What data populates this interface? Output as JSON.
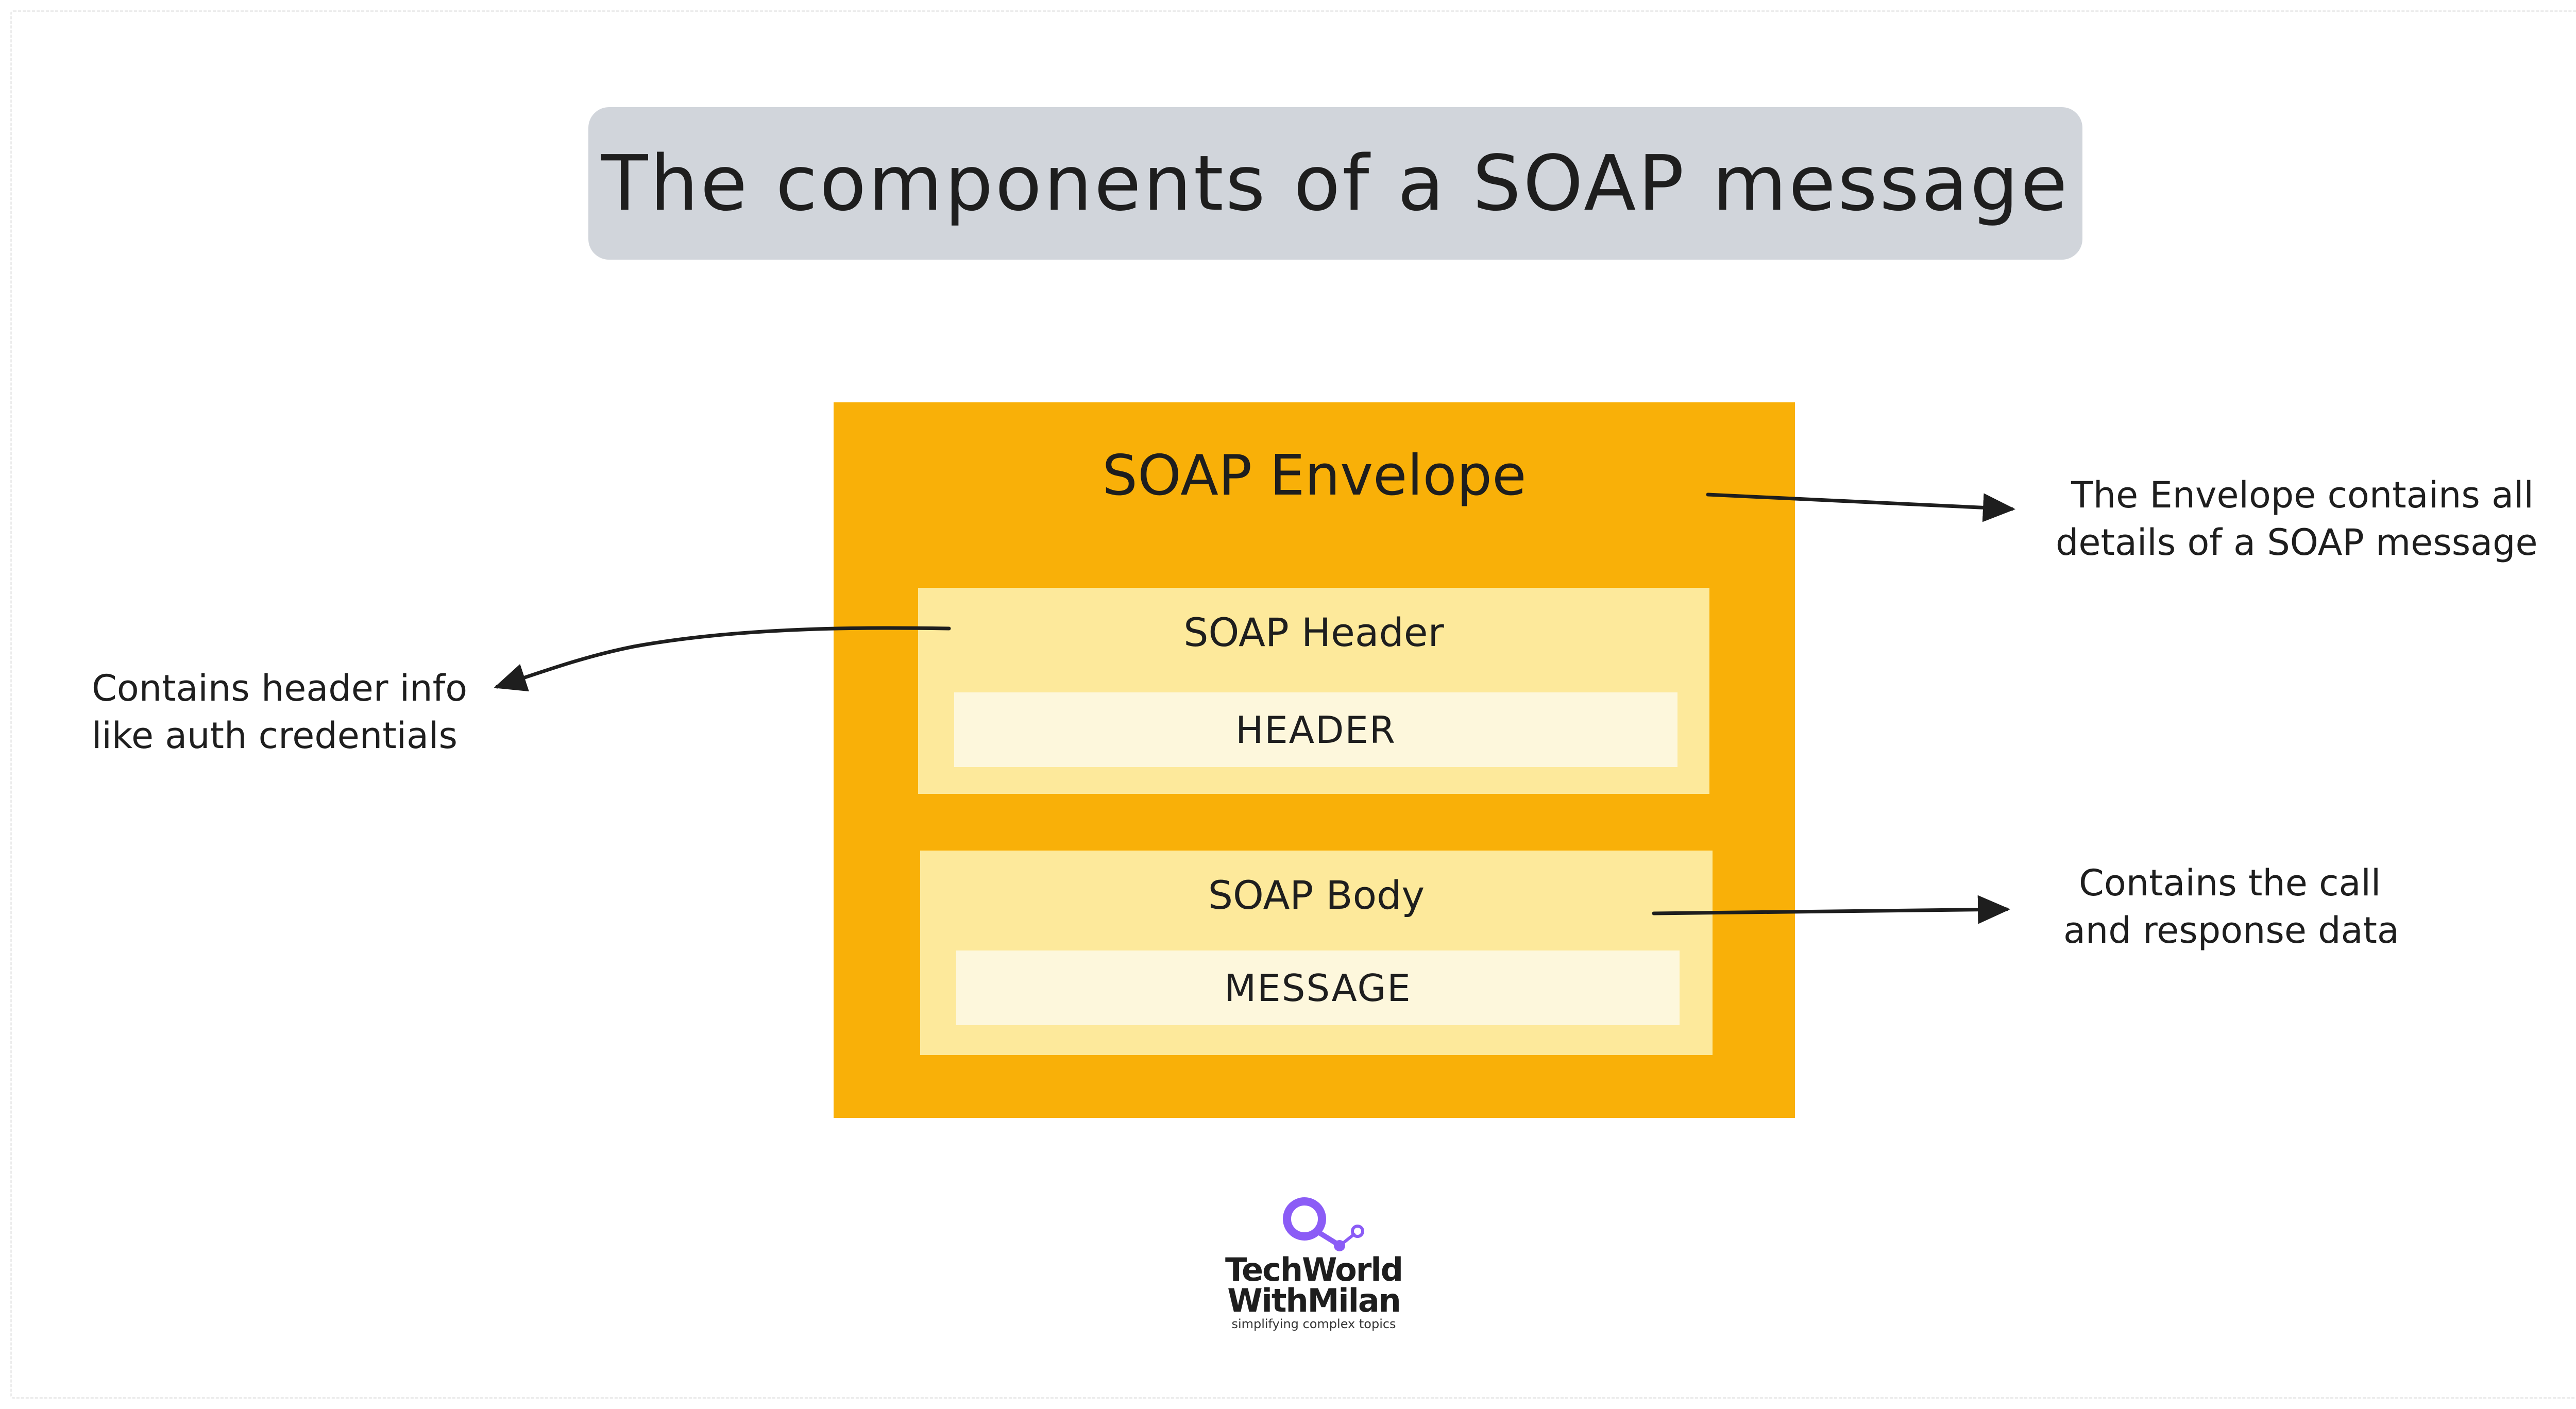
{
  "title": "The components of a SOAP message",
  "envelope": {
    "label": "SOAP Envelope",
    "header": {
      "label": "SOAP Header",
      "content": "HEADER"
    },
    "body": {
      "label": "SOAP Body",
      "content": "MESSAGE"
    }
  },
  "annotations": {
    "envelope_note": [
      "The Envelope contains all",
      "details of a SOAP message"
    ],
    "header_note": [
      "Contains header info",
      "like auth credentials"
    ],
    "body_note": [
      "Contains the call",
      "and response data"
    ]
  },
  "logo": {
    "line1": "TechWorld",
    "line2": "WithMilan",
    "tagline": "simplifying complex topics"
  },
  "colors": {
    "title_bg": "#d1d5db",
    "envelope": "#f9b008",
    "section": "#fde99b",
    "inner": "#fdf7dc",
    "logo_accent": "#8b5cf6"
  }
}
